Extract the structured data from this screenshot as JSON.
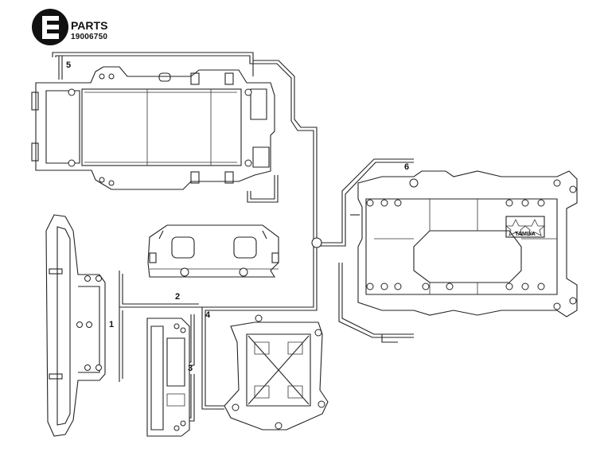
{
  "header": {
    "letter": "E",
    "title": "PARTS",
    "code": "19006750"
  },
  "parts": [
    {
      "id": "part-1",
      "number": "1"
    },
    {
      "id": "part-2",
      "number": "2"
    },
    {
      "id": "part-3",
      "number": "3"
    },
    {
      "id": "part-4",
      "number": "4"
    },
    {
      "id": "part-5",
      "number": "5"
    },
    {
      "id": "part-6",
      "number": "6"
    }
  ],
  "logo": {
    "text": "TAMIYA"
  }
}
